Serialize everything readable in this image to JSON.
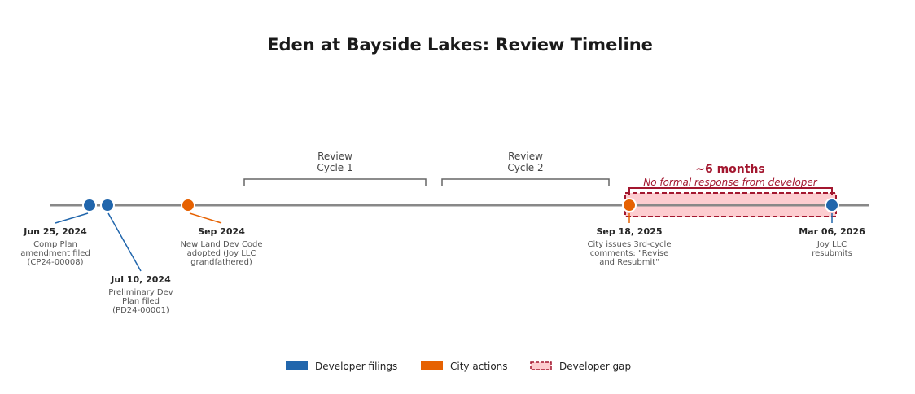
{
  "title": "Eden at Bayside Lakes: Review Timeline",
  "colors": {
    "developer": "#2166ac",
    "city": "#e66101",
    "gap_fill": "#fdcdd0",
    "gap_stroke": "#a3172f",
    "axis": "#888888",
    "bracket": "#666666"
  },
  "events": [
    {
      "id": "cp-amendment",
      "type": "developer",
      "date_label": "Jun 25, 2024",
      "lines": [
        "Comp Plan",
        "amendment filed",
        "(CP24-00008)"
      ]
    },
    {
      "id": "prelim-dev-plan",
      "type": "developer",
      "date_label": "Jul 10, 2024",
      "lines": [
        "Preliminary Dev",
        "Plan filed",
        "(PD24-00001)"
      ]
    },
    {
      "id": "land-dev-code",
      "type": "city",
      "date_label": "Sep 2024",
      "lines": [
        "New Land Dev Code",
        "adopted (Joy LLC",
        "grandfathered)"
      ]
    },
    {
      "id": "third-cycle-comments",
      "type": "city",
      "date_label": "Sep 18, 2025",
      "lines": [
        "City issues 3rd-cycle",
        "comments: \"Revise",
        "and Resubmit\""
      ]
    },
    {
      "id": "resubmit",
      "type": "developer",
      "date_label": "Mar 06, 2026",
      "lines": [
        "Joy LLC",
        "resubmits"
      ]
    }
  ],
  "cycles": [
    {
      "lines": [
        "Review",
        "Cycle 1"
      ]
    },
    {
      "lines": [
        "Review",
        "Cycle 2"
      ]
    }
  ],
  "gap": {
    "title": "~6 months",
    "subtitle": "No formal response from developer"
  },
  "legend": [
    {
      "label": "Developer filings",
      "type": "developer"
    },
    {
      "label": "City actions",
      "type": "city"
    },
    {
      "label": "Developer gap",
      "type": "gap"
    }
  ]
}
